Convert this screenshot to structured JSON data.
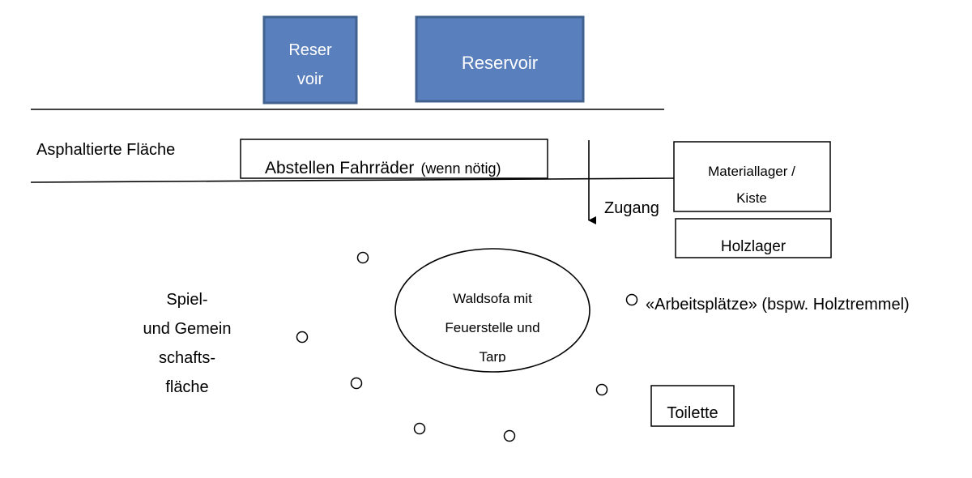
{
  "reservoirs": {
    "small": {
      "line1": "Reser",
      "line2": "voir"
    },
    "large": {
      "label": "Reservoir"
    }
  },
  "asphalt_label": "Asphaltierte Fläche",
  "bike_parking": {
    "main": "Abstellen Fahrräder",
    "note": "(wenn nötig)"
  },
  "access_label": "Zugang",
  "material_store": {
    "line1": "Materiallager /",
    "line2": "Kiste"
  },
  "wood_store": {
    "label": "Holzlager"
  },
  "play_area": {
    "lines": [
      "Spiel-",
      "und Gemein",
      "schafts-",
      "fläche"
    ]
  },
  "center": {
    "lines": [
      "Waldsofa mit",
      "Feuerstelle und",
      "Tarp"
    ]
  },
  "workplaces_label": "«Arbeitsplätze» (bspw. Holztremmel)",
  "toilet_label": "Toilette",
  "colors": {
    "reservoir_fill": "#5a7fbd",
    "reservoir_border": "#41628f",
    "line": "#000000",
    "background": "#ffffff"
  }
}
